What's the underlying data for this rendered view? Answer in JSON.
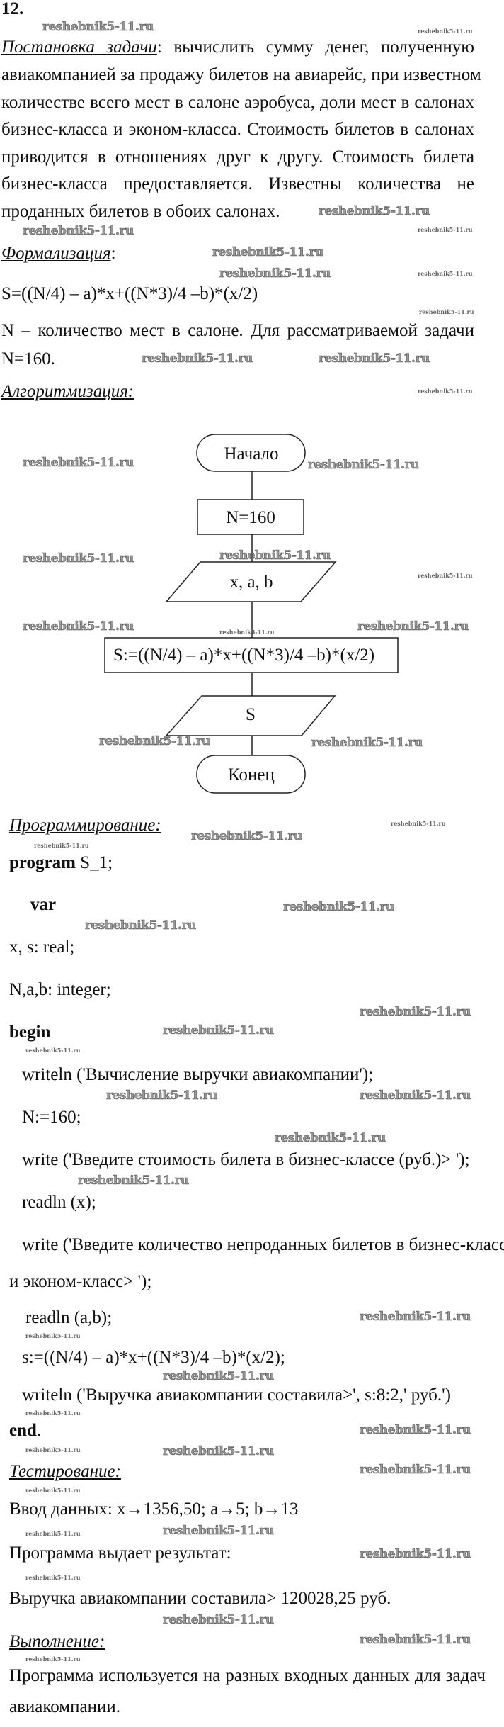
{
  "task_number": "12.",
  "watermark": "reshebnik5-11.ru",
  "problem": {
    "heading": "Постановка задачи",
    "lines": [
      ": вычислить сумму денег, полученную",
      "авиакомпанией за продажу билетов на авиарейс, при известном",
      "количестве всего мест в салоне аэробуса, доли мест в салонах",
      "бизнес-класса и эконом-класса. Стоимость билетов в салонах",
      "приводится в отношениях друг к другу. Стоимость билета",
      "бизнес-класса предоставляется. Известны количества не",
      "проданных билетов в обоих салонах."
    ]
  },
  "formalization": {
    "heading": "Формализация",
    "formula": "S=((N/4) – a)*x+((N*3)/4 –b)*(x/2)",
    "note_line1": "N – количество мест в салоне. Для рассматриваемой задачи",
    "note_line2": "N=160."
  },
  "algorithm": {
    "heading": "Алгоритмизация:",
    "start": "Начало",
    "init": "N=160",
    "input": "x, a, b",
    "compute": "S:=((N/4) – a)*x+((N*3)/4 –b)*(x/2)",
    "output": "S",
    "end": "Конец"
  },
  "programming": {
    "heading": "Программирование:",
    "kw_program": "program",
    "program_name": " S_1;",
    "kw_var": "var",
    "var1": "x, s: real;",
    "var2": "N,a,b: integer;",
    "kw_begin": "begin",
    "code": [
      "writeln ('Вычисление выручки авиакомпании');",
      "N:=160;",
      "write ('Введите стоимость билета в бизнес-классе (руб.)> ');",
      "readln (x);",
      "write ('Введите количество непроданных билетов в бизнес-класс",
      "и эконом-класс> ');",
      "readln (a,b);",
      "s:=((N/4) – a)*x+((N*3)/4 –b)*(x/2);",
      "writeln ('Выручка авиакомпании составила>', s:8:2,' руб.')"
    ],
    "kw_end": "end",
    "end_dot": "."
  },
  "testing": {
    "heading": "Тестирование:",
    "input": "Ввод данных: x→1356,50; a→5; b→13",
    "result_label": "Программа выдает результат:",
    "result": "Выручка авиакомпании составила>  120028,25 руб."
  },
  "execution": {
    "heading": "Выполнение:",
    "line1": "Программа используется на разных входных данных для задач",
    "line2": "авиакомпании."
  }
}
